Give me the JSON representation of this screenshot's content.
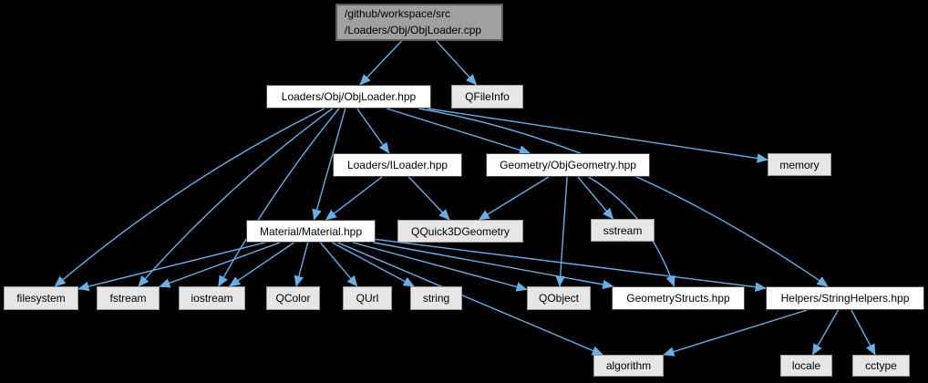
{
  "colors": {
    "background": "#000000",
    "edge": "#67afe5",
    "node_main_bg": "#a0a0a0",
    "node_internal_bg": "#ffffff",
    "node_external_bg": "#e6e6e6"
  },
  "graph": {
    "nodes": {
      "root": {
        "label_line1": "/github/workspace/src",
        "label_line2": "/Loaders/Obj/ObjLoader.cpp"
      },
      "objloader_hpp": {
        "label": "Loaders/Obj/ObjLoader.hpp"
      },
      "qfileinfo": {
        "label": "QFileInfo"
      },
      "iloader_hpp": {
        "label": "Loaders/ILoader.hpp"
      },
      "objgeometry_hpp": {
        "label": "Geometry/ObjGeometry.hpp"
      },
      "memory": {
        "label": "memory"
      },
      "material_hpp": {
        "label": "Material/Material.hpp"
      },
      "qquick3dgeometry": {
        "label": "QQuick3DGeometry"
      },
      "sstream": {
        "label": "sstream"
      },
      "filesystem": {
        "label": "filesystem"
      },
      "fstream": {
        "label": "fstream"
      },
      "iostream": {
        "label": "iostream"
      },
      "qcolor": {
        "label": "QColor"
      },
      "qurl": {
        "label": "QUrl"
      },
      "string": {
        "label": "string"
      },
      "qobject": {
        "label": "QObject"
      },
      "geometrystructs_hpp": {
        "label": "GeometryStructs.hpp"
      },
      "stringhelpers_hpp": {
        "label": "Helpers/StringHelpers.hpp"
      },
      "algorithm": {
        "label": "algorithm"
      },
      "locale": {
        "label": "locale"
      },
      "cctype": {
        "label": "cctype"
      }
    },
    "edges": [
      {
        "from": "root",
        "to": "objloader_hpp"
      },
      {
        "from": "root",
        "to": "qfileinfo"
      },
      {
        "from": "objloader_hpp",
        "to": "filesystem",
        "bend": -25
      },
      {
        "from": "objloader_hpp",
        "to": "fstream",
        "bend": -18
      },
      {
        "from": "objloader_hpp",
        "to": "iostream",
        "bend": -12
      },
      {
        "from": "objloader_hpp",
        "to": "material_hpp"
      },
      {
        "from": "objloader_hpp",
        "to": "iloader_hpp"
      },
      {
        "from": "objloader_hpp",
        "to": "objgeometry_hpp"
      },
      {
        "from": "objloader_hpp",
        "to": "memory"
      },
      {
        "from": "objloader_hpp",
        "to": "stringhelpers_hpp",
        "bend": 65
      },
      {
        "from": "iloader_hpp",
        "to": "material_hpp"
      },
      {
        "from": "iloader_hpp",
        "to": "qquick3dgeometry"
      },
      {
        "from": "objgeometry_hpp",
        "to": "qquick3dgeometry"
      },
      {
        "from": "objgeometry_hpp",
        "to": "sstream"
      },
      {
        "from": "objgeometry_hpp",
        "to": "qobject"
      },
      {
        "from": "objgeometry_hpp",
        "to": "geometrystructs_hpp",
        "bend": 35
      },
      {
        "from": "material_hpp",
        "to": "filesystem"
      },
      {
        "from": "material_hpp",
        "to": "fstream"
      },
      {
        "from": "material_hpp",
        "to": "iostream"
      },
      {
        "from": "material_hpp",
        "to": "qcolor"
      },
      {
        "from": "material_hpp",
        "to": "qurl"
      },
      {
        "from": "material_hpp",
        "to": "string"
      },
      {
        "from": "material_hpp",
        "to": "qobject"
      },
      {
        "from": "material_hpp",
        "to": "geometrystructs_hpp"
      },
      {
        "from": "material_hpp",
        "to": "stringhelpers_hpp"
      },
      {
        "from": "material_hpp",
        "to": "algorithm"
      },
      {
        "from": "stringhelpers_hpp",
        "to": "algorithm"
      },
      {
        "from": "stringhelpers_hpp",
        "to": "locale"
      },
      {
        "from": "stringhelpers_hpp",
        "to": "cctype"
      }
    ]
  }
}
